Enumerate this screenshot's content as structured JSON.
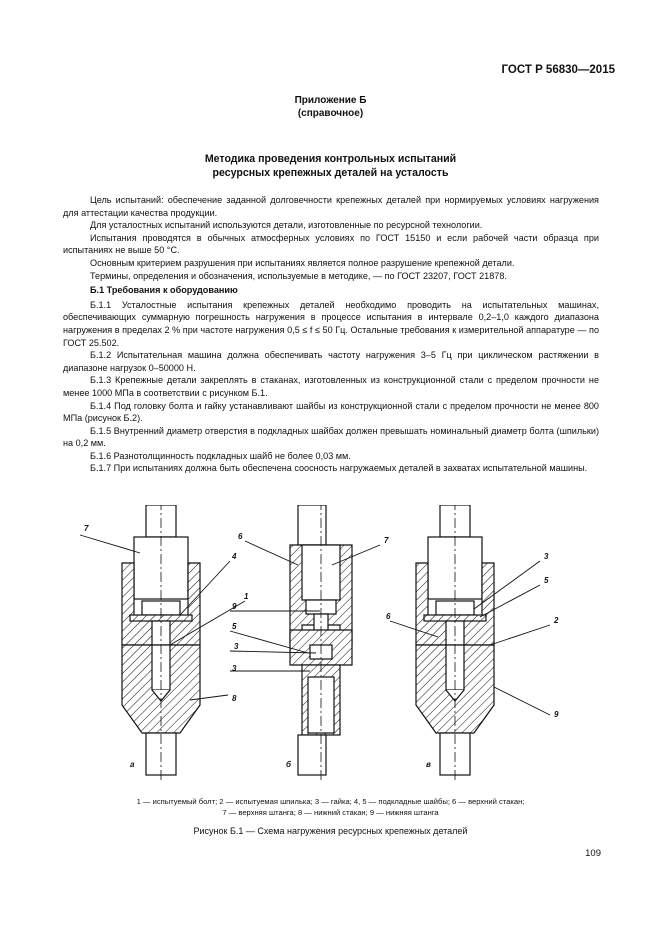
{
  "header": {
    "standard": "ГОСТ Р 56830—2015"
  },
  "appendix": {
    "title": "Приложение Б",
    "note": "(справочное)"
  },
  "title": {
    "line1": "Методика проведения контрольных испытаний",
    "line2": "ресурсных крепежных деталей на усталость"
  },
  "paragraphs": [
    "Цель испытаний: обеспечение заданной долговечности крепежных деталей при нормируемых условиях нагружения для аттестации качества продукции.",
    "Для усталостных испытаний используются детали, изготовленные по ресурсной технологии.",
    "Испытания проводятся в обычных атмосферных условиях по ГОСТ 15150 и если рабочей части образца при испытаниях не выше 50 °С.",
    "Основным критерием разрушения при испытаниях является полное разрушение крепежной детали.",
    "Термины, определения и обозначения, используемые в методике, — по ГОСТ 23207, ГОСТ 21878."
  ],
  "section": {
    "heading": "Б.1 Требования к оборудованию",
    "items": [
      "Б.1.1 Усталостные испытания крепежных деталей необходимо проводить на испытательных машинах, обеспечивающих суммарную погрешность нагружения в процессе испытания в интервале 0,2–1,0 каждого диапазона нагружения в пределах 2 % при частоте нагружения 0,5 ≤ f ≤ 50 Гц. Остальные требования к измерительной аппаратуре — по ГОСТ 25.502.",
      "Б.1.2 Испытательная машина должна обеспечивать частоту нагружения 3–5 Гц при циклическом растяжении в диапазоне нагрузок 0–50000 Н.",
      "Б.1.3 Крепежные детали закреплять в стаканах, изготовленных из конструкционной стали с пределом прочности не менее 1000 МПа в соответствии с рисунком Б.1.",
      "Б.1.4 Под головку болта и гайку устанавливают шайбы из конструкционной стали с пределом прочности не менее 800 МПа (рисунок Б.2).",
      "Б.1.5 Внутренний диаметр отверстия в подкладных шайбах должен превышать номинальный диаметр болта (шпильки) на 0,2 мм.",
      "Б.1.6 Разнотолщинность подкладных шайб не более 0,03 мм.",
      "Б.1.7 При испытаниях должна быть обеспечена соосность нагружаемых деталей в захватах испытательной машины."
    ]
  },
  "figure": {
    "callouts": [
      "7",
      "4",
      "1",
      "3",
      "8",
      "6",
      "5",
      "3",
      "9",
      "7",
      "3",
      "5",
      "6",
      "2",
      "9"
    ],
    "sublabels": [
      "а",
      "б",
      "в"
    ],
    "legend_line1": "1 — испытуемый болт; 2 — испытуемая шпилька; 3 — гайка; 4, 5 — подкладные шайбы; 6 — верхний стакан;",
    "legend_line2": "7 — верхняя штанга; 8 — нижний стакан; 9 — нижняя штанга",
    "caption": "Рисунок Б.1 — Схема нагружения ресурсных крепежных деталей"
  },
  "page_number": "109"
}
